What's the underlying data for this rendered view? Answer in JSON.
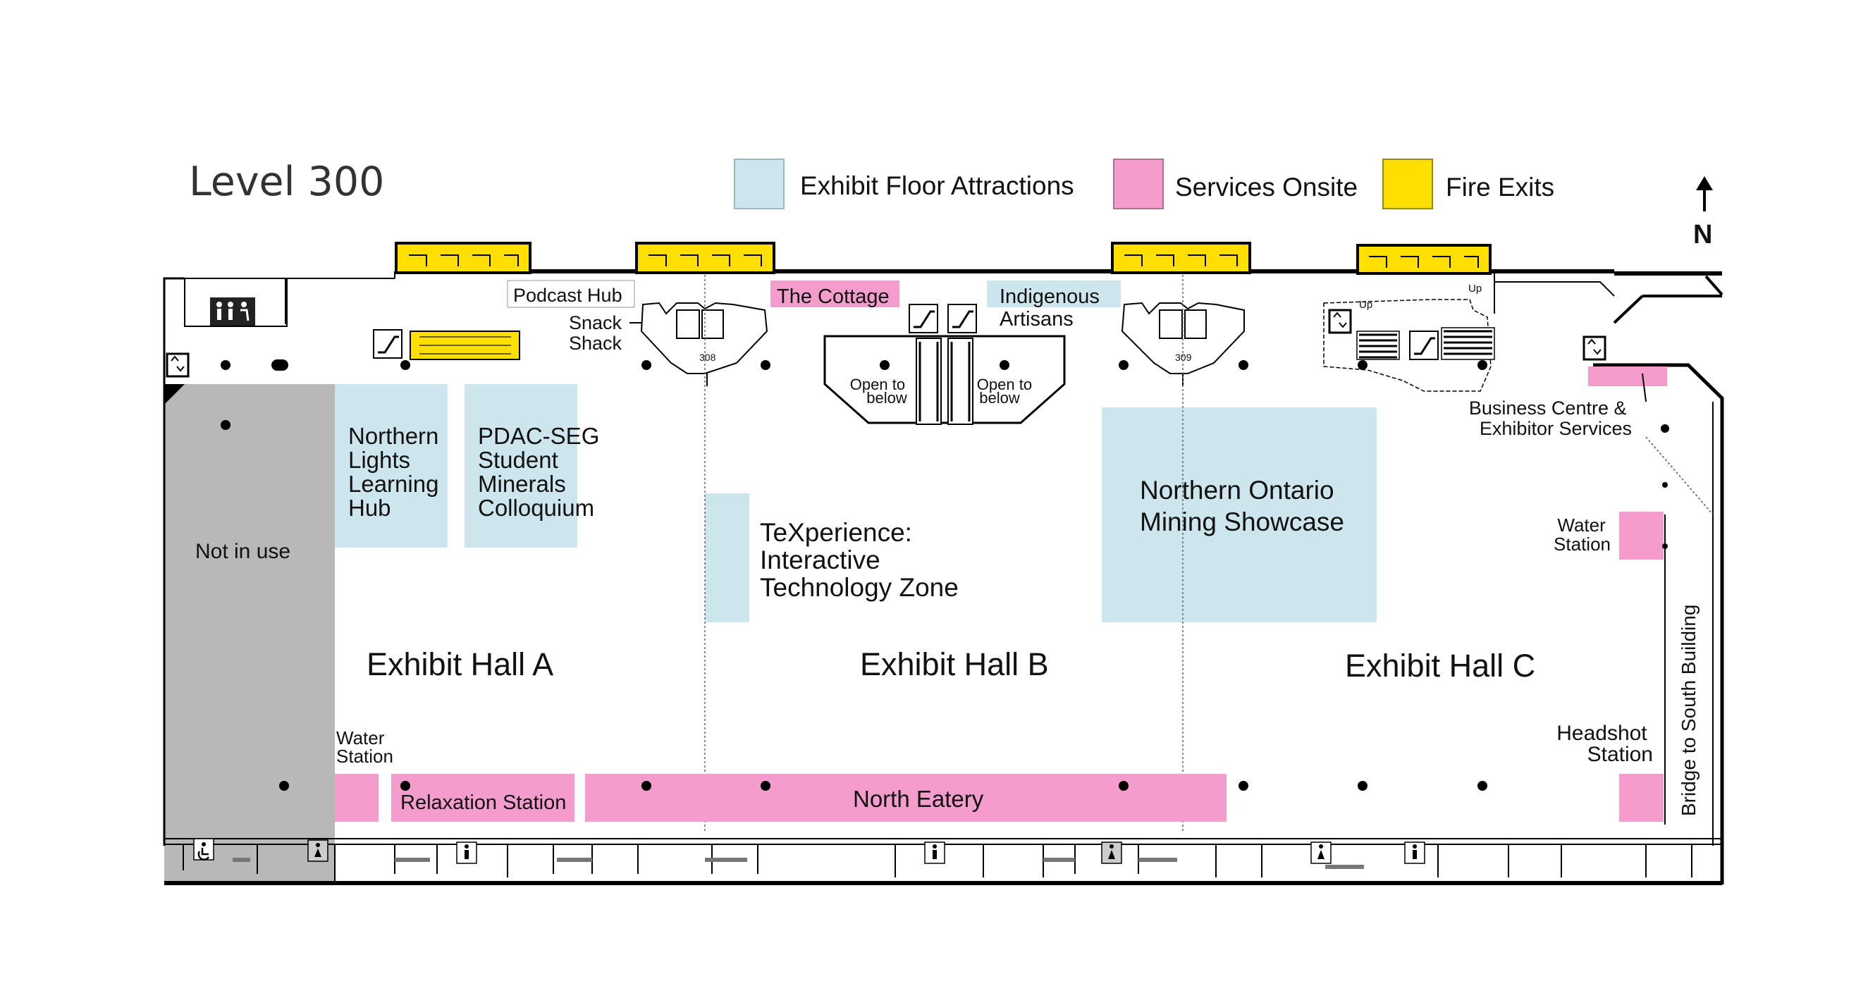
{
  "title": "Level 300",
  "legend": [
    {
      "label": "Exhibit Floor Attractions",
      "color": "#cde6ee"
    },
    {
      "label": "Services Onsite",
      "color": "#f49ccb"
    },
    {
      "label": "Fire Exits",
      "color": "#ffdf00"
    }
  ],
  "north": "N",
  "colors": {
    "attraction": "#cde6ee",
    "service": "#f49ccb",
    "exit": "#ffdf00",
    "unused": "#b8b8b8",
    "wall": "#000000"
  },
  "halls": {
    "a": "Exhibit Hall A",
    "b": "Exhibit Hall B",
    "c": "Exhibit Hall C"
  },
  "not_in_use": "Not in use",
  "attractions": {
    "northern_lights": [
      "Northern",
      "Lights",
      "Learning",
      "Hub"
    ],
    "pdac_seg": [
      "PDAC-SEG",
      "Student",
      "Minerals",
      "Colloquium"
    ],
    "texperience": [
      "TeXperience:",
      "Interactive",
      "Technology Zone"
    ],
    "northern_ontario": [
      "Northern Ontario",
      "Mining Showcase"
    ],
    "podcast_hub": "Podcast Hub",
    "indigenous_artisans": [
      "Indigenous",
      "Artisans"
    ]
  },
  "services": {
    "the_cottage": "The Cottage",
    "relaxation_station": "Relaxation Station",
    "north_eatery": "North Eatery",
    "water_station_west": [
      "Water",
      "Station"
    ],
    "water_station_east": [
      "Water",
      "Station"
    ],
    "headshot_station": [
      "Headshot",
      "Station"
    ],
    "business_centre": [
      "Business Centre &",
      "Exhibitor Services"
    ]
  },
  "other_labels": {
    "snack_shack": [
      "Snack",
      "Shack"
    ],
    "open_to_below_left": [
      "Open to",
      "below"
    ],
    "open_to_below_right": [
      "Open to",
      "below"
    ],
    "bridge": "Bridge to South Building",
    "room_308": "308",
    "room_309": "309",
    "up_1": "Up",
    "up_2": "Up"
  }
}
